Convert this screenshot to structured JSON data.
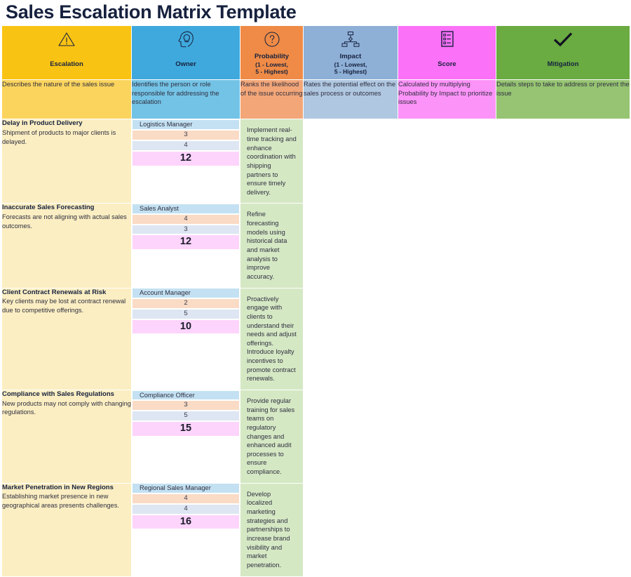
{
  "page": {
    "title": "Sales Escalation Matrix Template"
  },
  "colors": {
    "title_text": "#16213e",
    "header_escalation": "#f9c314",
    "header_owner": "#3fa9dd",
    "header_probability": "#ef8b46",
    "header_impact": "#8eafd6",
    "header_score": "#fb71f7",
    "header_mitigation": "#6aab42"
  },
  "table": {
    "headers": [
      {
        "icon": "warning-triangle-icon",
        "label": "Escalation",
        "sub": ""
      },
      {
        "icon": "head-lightbulb-icon",
        "label": "Owner",
        "sub": ""
      },
      {
        "icon": "question-circle-icon",
        "label": "Probability",
        "sub": "(1 - Lowest,\n5 - Highest)"
      },
      {
        "icon": "hierarchy-chart-icon",
        "label": "Impact",
        "sub": "(1 - Lowest,\n5 - Highest)"
      },
      {
        "icon": "checklist-document-icon",
        "label": "Score",
        "sub": ""
      },
      {
        "icon": "checkmark-icon",
        "label": "Mitigation",
        "sub": ""
      }
    ],
    "descriptions": [
      "Describes the nature of the sales issue",
      "Identifies the person or role responsible for addressing the escalation",
      "Ranks the likelihood of the issue occurring",
      "Rates the potential effect on the sales process or outcomes",
      "Calculated by multiplying Probability by Impact to prioritize issues",
      "Details steps to take to address or prevent the issue"
    ],
    "rows": [
      {
        "issue_title": "Delay in Product Delivery",
        "issue_desc": "Shipment of products to major clients is delayed.",
        "owner": "Logistics Manager",
        "probability": "3",
        "impact": "4",
        "score": "12",
        "mitigation": "Implement real-time tracking and enhance coordination with shipping partners to ensure timely delivery."
      },
      {
        "issue_title": "Inaccurate Sales Forecasting",
        "issue_desc": "Forecasts are not aligning with actual sales outcomes.",
        "owner": "Sales Analyst",
        "probability": "4",
        "impact": "3",
        "score": "12",
        "mitigation": "Refine forecasting models using historical data and market analysis to improve accuracy."
      },
      {
        "issue_title": "Client Contract Renewals at Risk",
        "issue_desc": "Key clients may be lost at contract renewal due to competitive offerings.",
        "owner": "Account Manager",
        "probability": "2",
        "impact": "5",
        "score": "10",
        "mitigation": "Proactively engage with clients to understand their needs and adjust offerings. Introduce loyalty incentives to promote contract renewals."
      },
      {
        "issue_title": "Compliance with Sales Regulations",
        "issue_desc": "New products may not comply with changing regulations.",
        "owner": "Compliance Officer",
        "probability": "3",
        "impact": "5",
        "score": "15",
        "mitigation": "Provide regular training for sales teams on regulatory changes and enhanced audit processes to ensure compliance."
      },
      {
        "issue_title": "Market Penetration in New Regions",
        "issue_desc": "Establishing market presence in new geographical areas presents challenges.",
        "owner": "Regional Sales Manager",
        "probability": "4",
        "impact": "4",
        "score": "16",
        "mitigation": "Develop localized marketing strategies and partnerships to increase brand visibility and market penetration."
      }
    ]
  }
}
